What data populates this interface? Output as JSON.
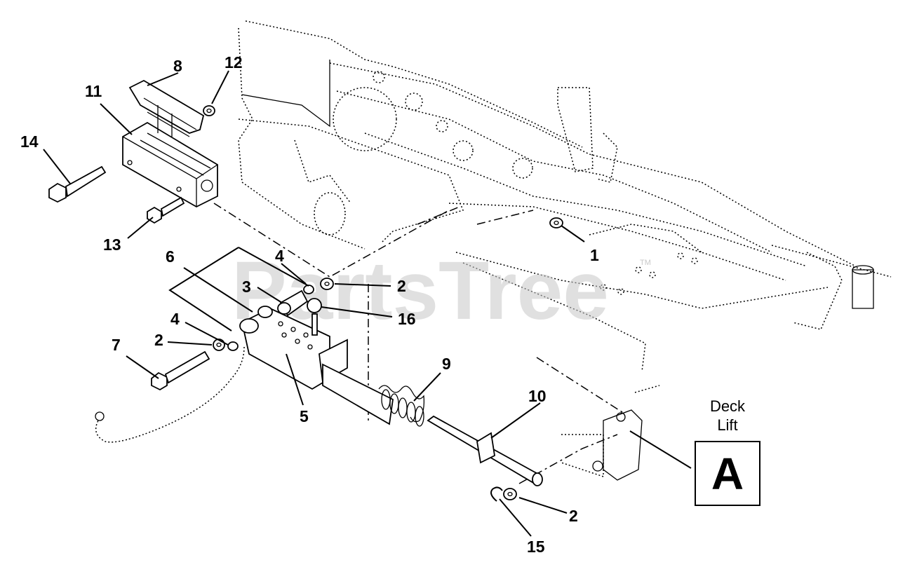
{
  "watermark": {
    "text": "PartsTree",
    "trademark": "TM"
  },
  "callouts": {
    "c1": "1",
    "c2a": "2",
    "c2b": "2",
    "c2c": "2",
    "c3": "3",
    "c4a": "4",
    "c4b": "4",
    "c5": "5",
    "c6": "6",
    "c7": "7",
    "c8": "8",
    "c9": "9",
    "c10": "10",
    "c11": "11",
    "c12": "12",
    "c13": "13",
    "c14": "14",
    "c15": "15",
    "c16": "16"
  },
  "reference": {
    "title_line1": "Deck",
    "title_line2": "Lift",
    "letter": "A"
  }
}
